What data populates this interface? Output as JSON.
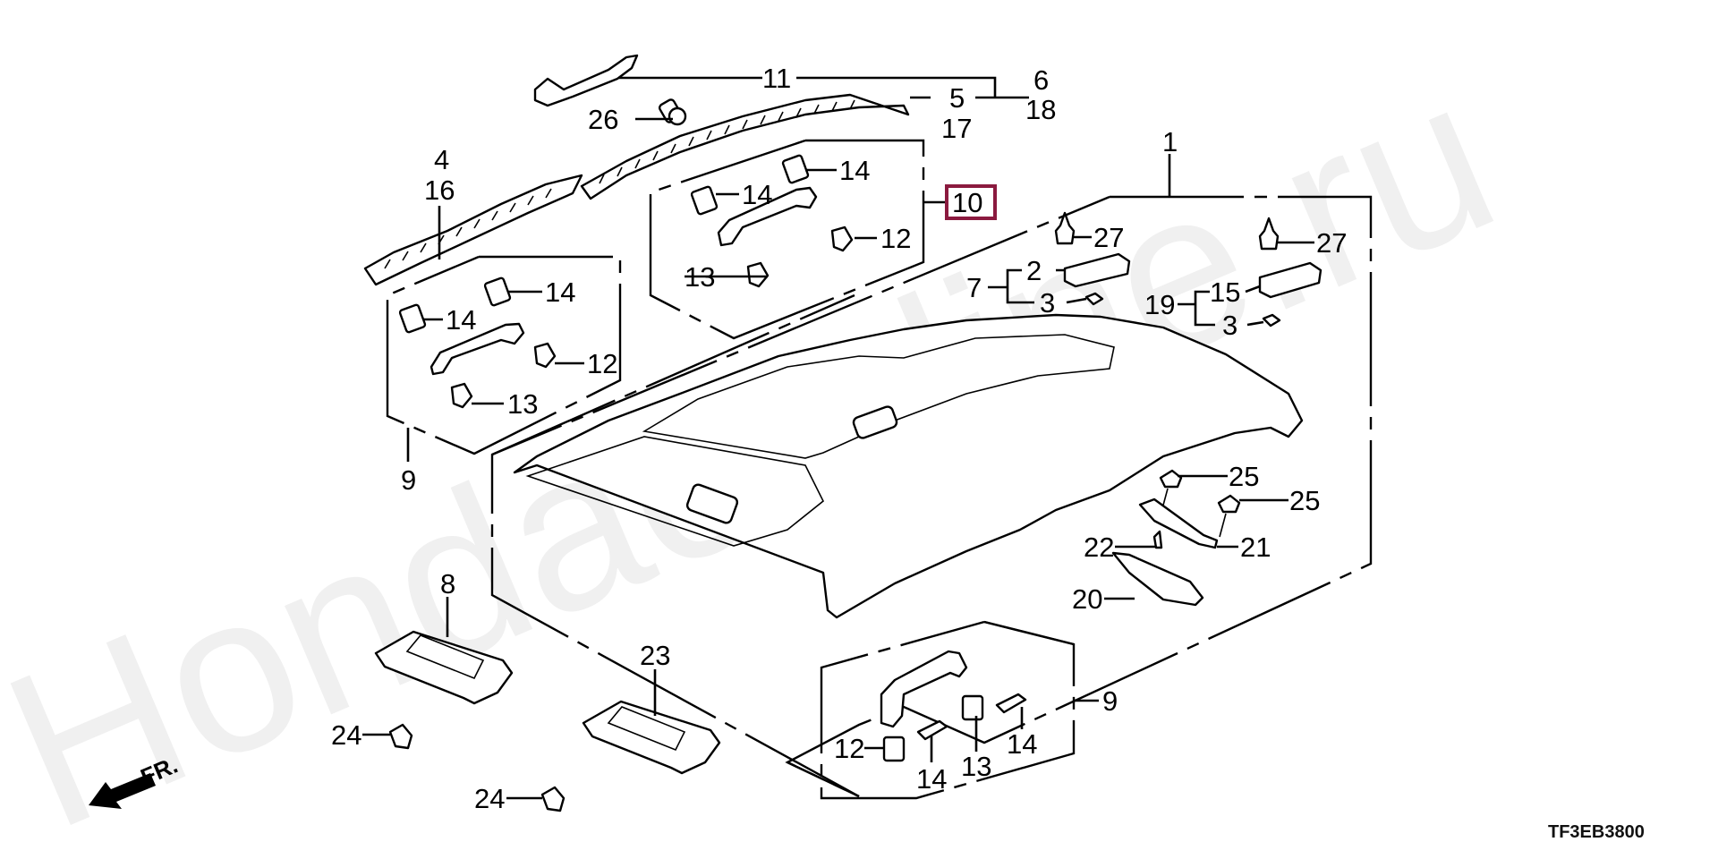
{
  "diagram": {
    "title": "Roof Lining (Headliner) Parts Diagram",
    "watermark": "Hondacarline.ru",
    "code": "TF3EB3800",
    "direction_label": "FR.",
    "highlight_color": "#8b1a3f",
    "watermark_color": "#f0f0f0",
    "highlighted_part": "10",
    "labels": {
      "p1": "1",
      "p2": "2",
      "p3a": "3",
      "p3b": "3",
      "p4": "4",
      "p5": "5",
      "p6": "6",
      "p7": "7",
      "p8": "8",
      "p9a": "9",
      "p9b": "9",
      "p10": "10",
      "p11": "11",
      "p12a": "12",
      "p12b": "12",
      "p12c": "12",
      "p13a": "13",
      "p13b": "13",
      "p13c": "13",
      "p14a": "14",
      "p14b": "14",
      "p14c": "14",
      "p14d": "14",
      "p14e": "14",
      "p14f": "14",
      "p15": "15",
      "p16": "16",
      "p17": "17",
      "p18": "18",
      "p19": "19",
      "p20": "20",
      "p21": "21",
      "p22": "22",
      "p23": "23",
      "p24a": "24",
      "p24b": "24",
      "p25a": "25",
      "p25b": "25",
      "p26": "26",
      "p27a": "27",
      "p27b": "27"
    }
  }
}
